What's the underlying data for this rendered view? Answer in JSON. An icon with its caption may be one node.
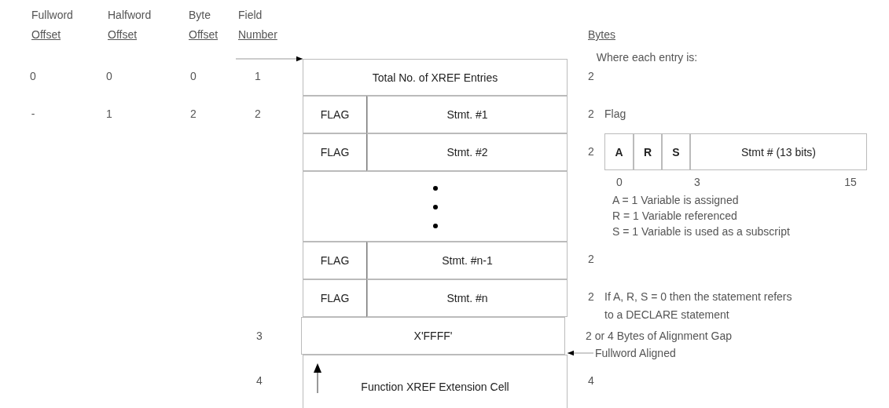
{
  "diagram": {
    "nodes": [
      {
        "text": [
          "Total No. of XREF Entries"
        ]
      },
      {
        "text": [
          "FLAG"
        ]
      },
      {
        "text": [
          "Stmt. #1"
        ]
      },
      {
        "text": [
          "FLAG"
        ]
      },
      {
        "text": [
          "Stmt. #2"
        ]
      },
      {
        "text": [],
        "shape": "box"
      },
      {
        "text": [
          "FLAG"
        ]
      },
      {
        "text": [
          "Stmt. #n-1"
        ]
      },
      {
        "text": [
          "FLAG"
        ]
      },
      {
        "text": [
          "Stmt. #n"
        ]
      },
      {
        "text": [
          "X'FFFF'"
        ]
      },
      {
        "text": [
          "Function XREF Extension Cell"
        ]
      },
      {
        "text": [
          "A"
        ]
      },
      {
        "text": [
          "R"
        ]
      },
      {
        "text": [
          "S"
        ]
      },
      {
        "text": [
          "Stmt # (13 bits)"
        ]
      },
      {
        "text": [
          "Fullword Aligned"
        ]
      }
    ],
    "edges": [
      {
        "from": null,
        "to": 0,
        "arrow": "to"
      },
      {
        "from": 16,
        "to": 11,
        "arrow": "to"
      }
    ],
    "labels": [
      "Fullword",
      "Halfword",
      "Byte",
      "Field",
      "Offset",
      "Offset",
      "Offset",
      "Number",
      "Bytes",
      "Where each entry is:",
      "0",
      "0",
      "0",
      "1",
      "2",
      "-",
      "1",
      "2",
      "2",
      "2",
      "Flag",
      "2",
      "0",
      "3",
      "15",
      "A = 1 Variable is assigned",
      "R = 1 Variable referenced",
      "S = 1 Variable is used as a subscript",
      "2",
      "2",
      "If A, R, S = 0 then the statement refers to a DECLARE statement",
      "3",
      "2 or 4 Bytes of Alignment Gap",
      "4",
      "4"
    ]
  }
}
